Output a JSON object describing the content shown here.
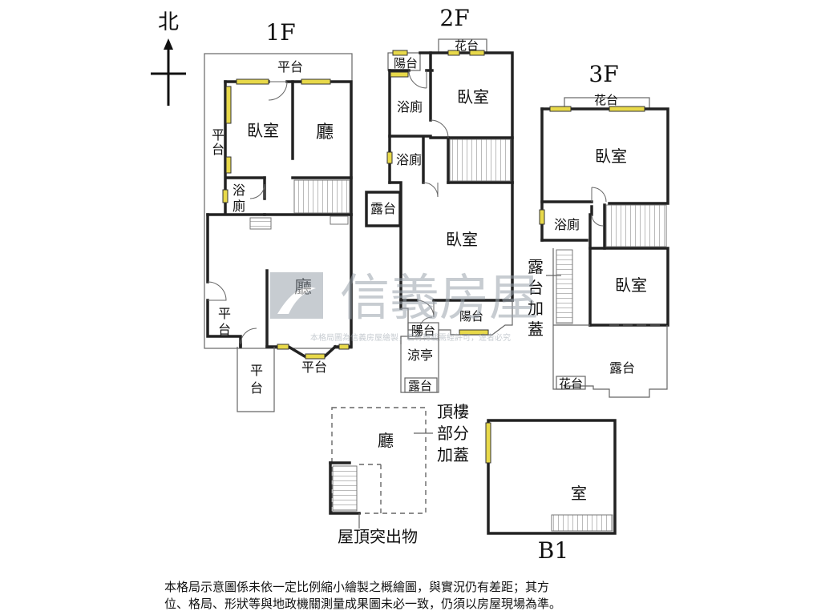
{
  "colors": {
    "wall": "#222222",
    "window": "#e8d94a",
    "watermark": "#9aa3ad"
  },
  "compass": {
    "north": "北"
  },
  "floors": {
    "f1": "1F",
    "f2": "2F",
    "f3": "3F",
    "b1": "B1"
  },
  "rooms": {
    "f1": {
      "terrace_top": "平台",
      "terrace_left": "平台",
      "bedroom": "臥室",
      "living_top": "廳",
      "bath": [
        "浴",
        "廁"
      ],
      "living_main": "廳",
      "terrace_small": "平台",
      "terrace_bottom": "平台",
      "terrace_front": "平台"
    },
    "f2": {
      "planter": "花台",
      "balcony_top": "陽台",
      "bath_top": "浴廁",
      "bedroom_top": "臥室",
      "bath_mid": "浴廁",
      "deck_left": "露台",
      "bedroom_main": "臥室",
      "balcony_bottom": "陽台",
      "balcony_small": "陽台",
      "pavilion": "涼亭",
      "deck_bottom": "露台"
    },
    "f3": {
      "planter_top": "花台",
      "bedroom_top": "臥室",
      "bath": "浴廁",
      "bedroom_mid": "臥室",
      "deck": "露台",
      "planter_bottom": "花台",
      "deck_addition": [
        "露",
        "台",
        "加",
        "蓋"
      ]
    },
    "roof": {
      "living": "廳",
      "addition": [
        "頂樓",
        "部分",
        "加蓋"
      ],
      "protrusion": "屋頂突出物"
    },
    "b1": {
      "room": "室"
    }
  },
  "watermark": {
    "brand": "信義房屋",
    "tagline": "本格局圖為信義房屋繪製，若有轉載需經許可，違者必究"
  },
  "disclaimer": [
    "本格局示意圖係未依一定比例縮小繪製之概繪圖，與實況仍有差距；其方",
    "位、格局、形狀等與地政機關測量成果圖未必一致，仍須以房屋現場為準。"
  ]
}
